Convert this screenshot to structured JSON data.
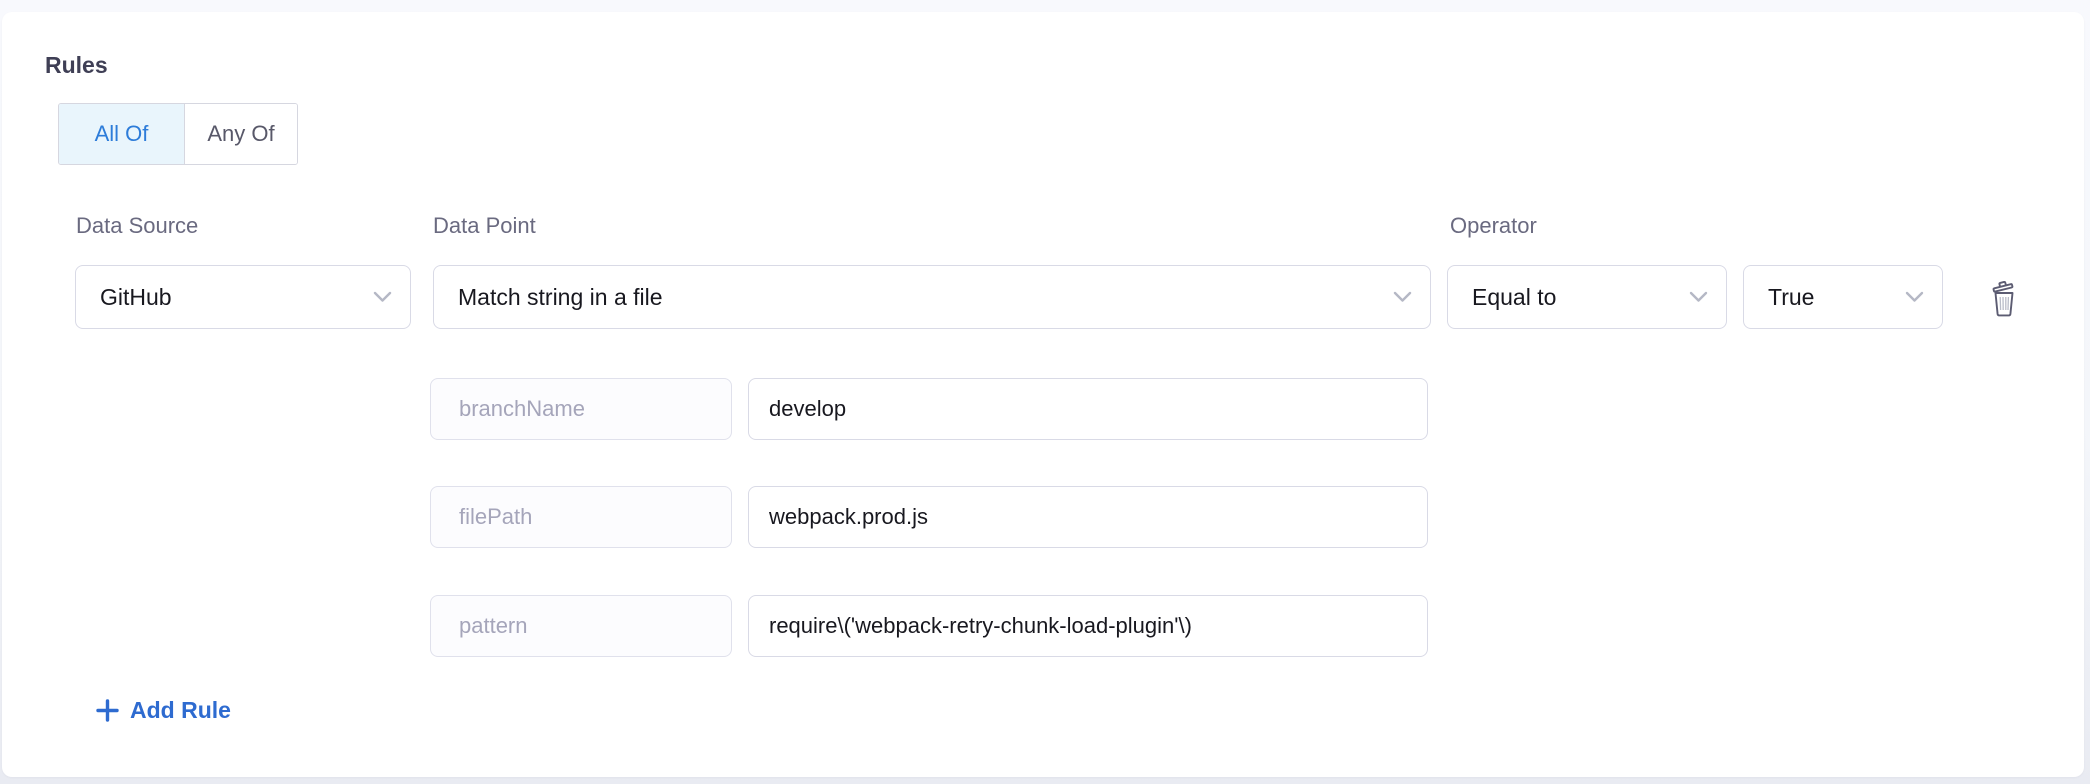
{
  "rules": {
    "title": "Rules",
    "toggle": [
      {
        "label": "All Of",
        "active": true
      },
      {
        "label": "Any Of",
        "active": false
      }
    ],
    "rule": {
      "data_source": {
        "label": "Data Source",
        "value": "GitHub"
      },
      "data_point": {
        "label": "Data Point",
        "value": "Match string in a file"
      },
      "operator": {
        "label": "Operator",
        "value": "Equal to"
      },
      "operator_value": {
        "value": "True"
      },
      "params": [
        {
          "name": "branchName",
          "value": "develop"
        },
        {
          "name": "filePath",
          "value": "webpack.prod.js"
        },
        {
          "name": "pattern",
          "value": "require\\('webpack-retry-chunk-load-plugin'\\)"
        }
      ]
    },
    "add_rule_label": "Add Rule"
  },
  "icons": {
    "chevron": "chevron-down-icon",
    "trash": "trash-icon",
    "plus": "plus-icon"
  },
  "colors": {
    "accent_blue": "#2d7cd9",
    "link_blue": "#2e6bd0",
    "active_toggle_bg": "#e9f5fc",
    "card_bg": "#ffffff",
    "page_bg_top": "#f8f9fd",
    "page_bg_bottom": "#e9ebf2",
    "input_border": "#d9dae6",
    "label_text": "#6a6a80",
    "value_text": "#18181f",
    "param_name_text": "#a5a5ba"
  }
}
